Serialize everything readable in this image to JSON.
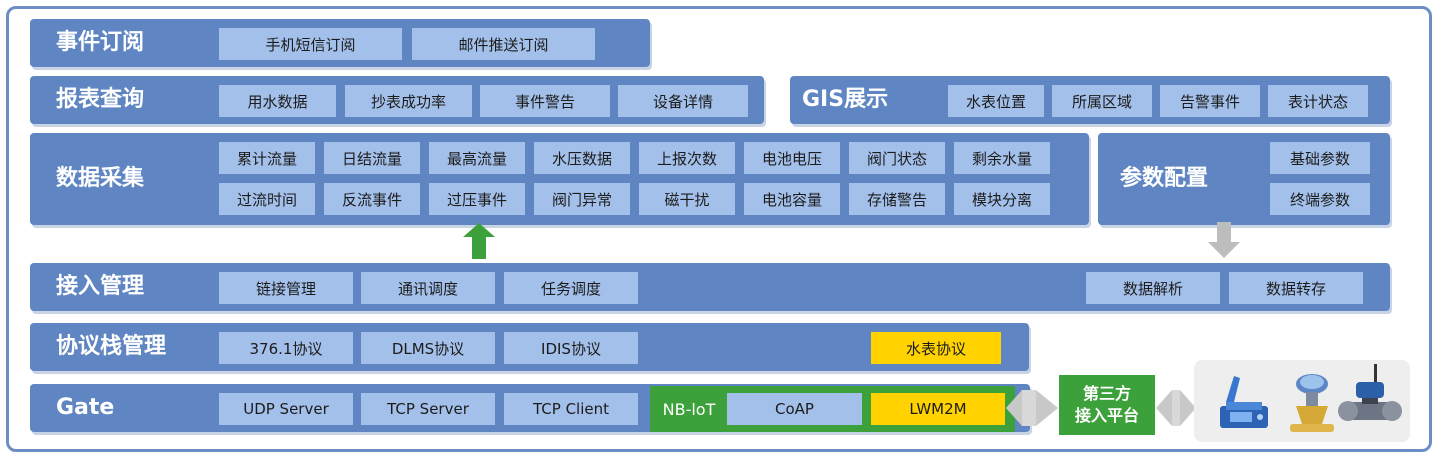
{
  "event_subscription": {
    "title": "事件订阅",
    "items": [
      "手机短信订阅",
      "邮件推送订阅"
    ]
  },
  "report_query": {
    "title": "报表查询",
    "items": [
      "用水数据",
      "抄表成功率",
      "事件警告",
      "设备详情"
    ]
  },
  "gis_display": {
    "title": "GIS展示",
    "items": [
      "水表位置",
      "所属区域",
      "告警事件",
      "表计状态"
    ]
  },
  "data_collection": {
    "title": "数据采集",
    "row1": [
      "累计流量",
      "日结流量",
      "最高流量",
      "水压数据",
      "上报次数",
      "电池电压",
      "阀门状态",
      "剩余水量"
    ],
    "row2": [
      "过流时间",
      "反流事件",
      "过压事件",
      "阀门异常",
      "磁干扰",
      "电池容量",
      "存储警告",
      "模块分离"
    ]
  },
  "param_config": {
    "title": "参数配置",
    "items": [
      "基础参数",
      "终端参数"
    ]
  },
  "access_management": {
    "title": "接入管理",
    "items": [
      "链接管理",
      "通讯调度",
      "任务调度"
    ],
    "right_items": [
      "数据解析",
      "数据转存"
    ]
  },
  "protocol_stack": {
    "title": "协议栈管理",
    "items": [
      "376.1协议",
      "DLMS协议",
      "IDIS协议"
    ],
    "highlight": "水表协议"
  },
  "gate": {
    "title": "Gate",
    "items": [
      "UDP Server",
      "TCP Server",
      "TCP Client"
    ],
    "nbiot_label": "NB-loT",
    "coap": "CoAP",
    "lwm2m": "LWM2M"
  },
  "third_party": {
    "line1": "第三方",
    "line2": "接入平台"
  },
  "devices": {
    "icons": [
      "water-meter-icon",
      "ultrasonic-meter-icon",
      "valve-meter-icon"
    ]
  },
  "colors": {
    "band": "#5f86c3",
    "cell": "#a3c0ea",
    "highlight": "#ffd200",
    "green": "#3ca13a",
    "gray_arrow": "#bdbdbd"
  }
}
